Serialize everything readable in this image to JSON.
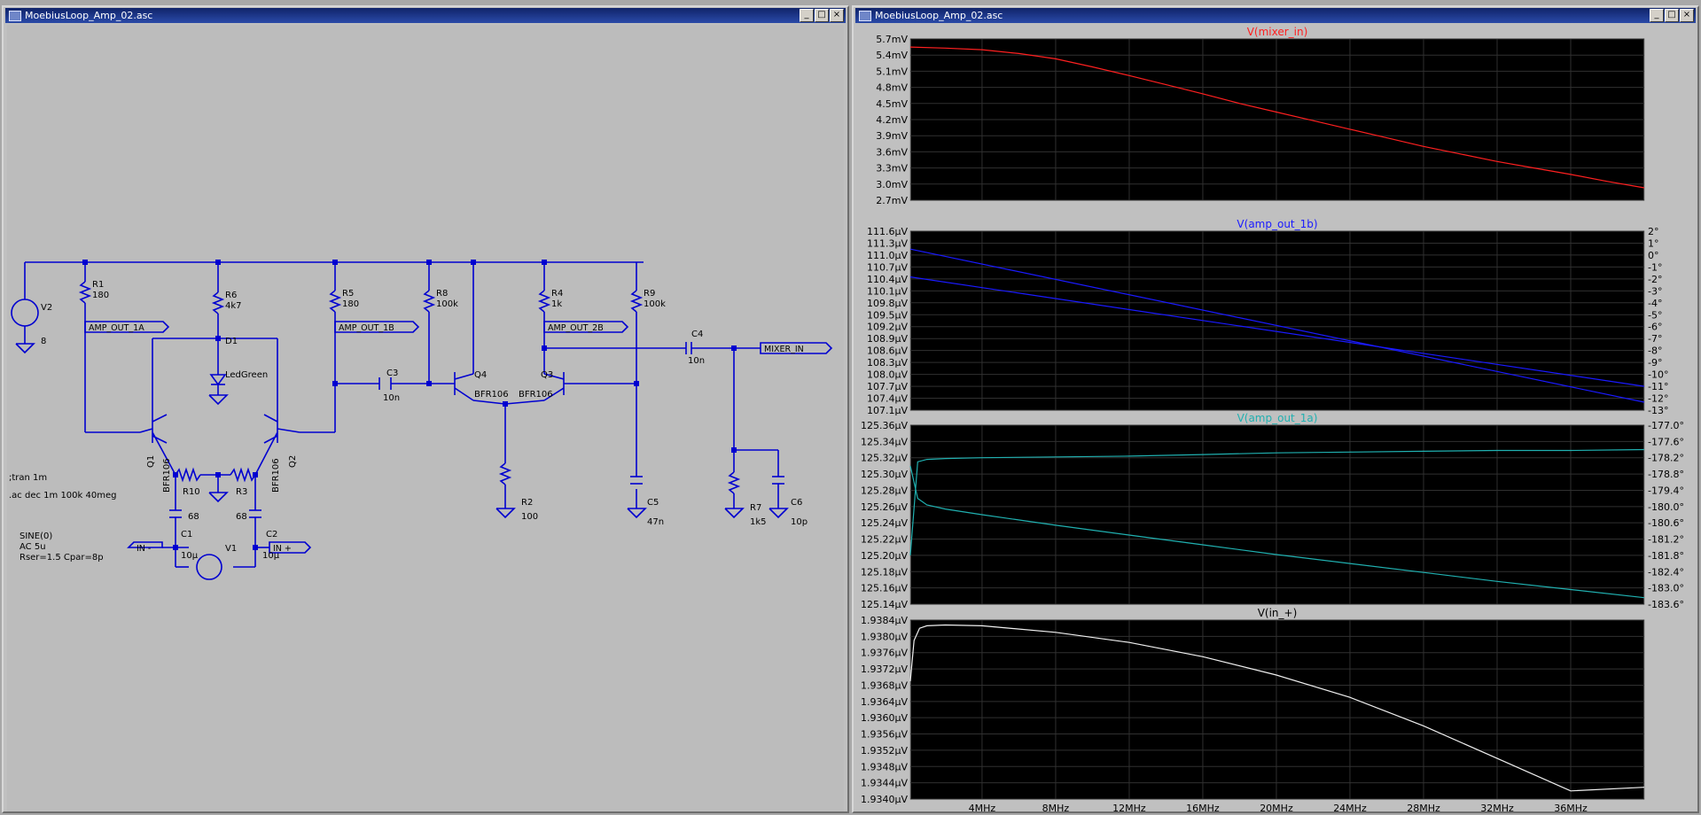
{
  "schematic_window": {
    "title": "MoebiusLoop_Amp_02.asc",
    "components": [
      {
        "ref": "R1",
        "value": "180"
      },
      {
        "ref": "R6",
        "value": "4k7"
      },
      {
        "ref": "R5",
        "value": "180"
      },
      {
        "ref": "R8",
        "value": "100k"
      },
      {
        "ref": "R4",
        "value": "1k"
      },
      {
        "ref": "R9",
        "value": "100k"
      },
      {
        "ref": "V2",
        "value": "8"
      },
      {
        "ref": "D1",
        "value": "LedGreen"
      },
      {
        "ref": "C3",
        "value": "10n"
      },
      {
        "ref": "C4",
        "value": "10n"
      },
      {
        "ref": "Q4",
        "value": "BFR106"
      },
      {
        "ref": "Q3",
        "value": "BFR106"
      },
      {
        "ref": "Q1",
        "value": "BFR106"
      },
      {
        "ref": "Q2",
        "value": "BFR106"
      },
      {
        "ref": "R10",
        "value": "68"
      },
      {
        "ref": "R3",
        "value": "68"
      },
      {
        "ref": "C1",
        "value": "10µ"
      },
      {
        "ref": "C2",
        "value": "10µ"
      },
      {
        "ref": "R2",
        "value": "100"
      },
      {
        "ref": "C5",
        "value": "47n"
      },
      {
        "ref": "R7",
        "value": "1k5"
      },
      {
        "ref": "C6",
        "value": "10p"
      },
      {
        "ref": "V1",
        "value": ""
      }
    ],
    "net_labels": [
      "AMP_OUT_1A",
      "AMP_OUT_1B",
      "AMP_OUT_2B",
      "MIXER_IN",
      "IN -",
      "IN +"
    ],
    "directives": [
      ";tran 1m",
      ".ac dec 1m 100k 40meg"
    ],
    "source_spec": [
      "SINE(0)",
      "AC 5u",
      "Rser=1.5 Cpar=8p"
    ]
  },
  "plot_window": {
    "title": "MoebiusLoop_Amp_02.asc",
    "x_ticks": [
      "4MHz",
      "8MHz",
      "12MHz",
      "16MHz",
      "20MHz",
      "24MHz",
      "28MHz",
      "32MHz",
      "36MHz"
    ]
  },
  "chart_data": [
    {
      "type": "line",
      "title": "V(mixer_in)",
      "x_unit": "MHz",
      "xlim": [
        0.1,
        40
      ],
      "ylim": [
        2.7,
        5.7
      ],
      "y_ticks": [
        "5.7mV",
        "5.4mV",
        "5.1mV",
        "4.8mV",
        "4.5mV",
        "4.2mV",
        "3.9mV",
        "3.6mV",
        "3.3mV",
        "3.0mV",
        "2.7mV"
      ],
      "color": "#ff2020",
      "series": [
        {
          "x": [
            0.1,
            2,
            4,
            6,
            8,
            10,
            12,
            14,
            16,
            18,
            20,
            22,
            24,
            26,
            28,
            30,
            32,
            34,
            36,
            38,
            40
          ],
          "values": [
            5.55,
            5.53,
            5.5,
            5.43,
            5.33,
            5.18,
            5.02,
            4.85,
            4.68,
            4.5,
            4.34,
            4.18,
            4.02,
            3.86,
            3.7,
            3.56,
            3.42,
            3.3,
            3.18,
            3.05,
            2.93
          ]
        }
      ]
    },
    {
      "type": "line",
      "title": "V(amp_out_1b)",
      "x_unit": "MHz",
      "xlim": [
        0.1,
        40
      ],
      "ylim": [
        107.1,
        111.6
      ],
      "y_ticks": [
        "111.6µV",
        "111.3µV",
        "111.0µV",
        "110.7µV",
        "110.4µV",
        "110.1µV",
        "109.8µV",
        "109.5µV",
        "109.2µV",
        "108.9µV",
        "108.6µV",
        "108.3µV",
        "108.0µV",
        "107.7µV",
        "107.4µV",
        "107.1µV"
      ],
      "y2_ticks": [
        "2°",
        "1°",
        "0°",
        "-1°",
        "-2°",
        "-3°",
        "-4°",
        "-5°",
        "-6°",
        "-7°",
        "-8°",
        "-9°",
        "-10°",
        "-11°",
        "-12°",
        "-13°"
      ],
      "color": "#1a1aff",
      "series": [
        {
          "x": [
            0.1,
            40
          ],
          "values": [
            110.45,
            107.7
          ]
        },
        {
          "x": [
            0.1,
            40
          ],
          "values": [
            111.15,
            107.3
          ]
        }
      ]
    },
    {
      "type": "line",
      "title": "V(amp_out_1a)",
      "x_unit": "MHz",
      "xlim": [
        0.1,
        40
      ],
      "ylim": [
        125.14,
        125.36
      ],
      "y_ticks": [
        "125.36µV",
        "125.34µV",
        "125.32µV",
        "125.30µV",
        "125.28µV",
        "125.26µV",
        "125.24µV",
        "125.22µV",
        "125.20µV",
        "125.18µV",
        "125.16µV",
        "125.14µV"
      ],
      "y2_ticks": [
        "-177.0°",
        "-177.6°",
        "-178.2°",
        "-178.8°",
        "-179.4°",
        "-180.0°",
        "-180.6°",
        "-181.2°",
        "-181.8°",
        "-182.4°",
        "-183.0°",
        "-183.6°"
      ],
      "color": "#20b0b0",
      "series": [
        {
          "x": [
            0.1,
            0.5,
            1,
            2,
            4,
            8,
            12,
            16,
            20,
            24,
            28,
            32,
            36,
            40
          ],
          "values": [
            125.2,
            125.315,
            125.318,
            125.319,
            125.32,
            125.321,
            125.322,
            125.324,
            125.326,
            125.327,
            125.328,
            125.329,
            125.329,
            125.33
          ]
        },
        {
          "x": [
            0.1,
            0.5,
            1,
            2,
            4,
            8,
            12,
            16,
            20,
            24,
            28,
            32,
            36,
            40
          ],
          "values": [
            125.31,
            125.27,
            125.262,
            125.257,
            125.25,
            125.237,
            125.225,
            125.213,
            125.201,
            125.19,
            125.179,
            125.168,
            125.158,
            125.148
          ]
        }
      ]
    },
    {
      "type": "line",
      "title": "V(in_+)",
      "x_unit": "MHz",
      "xlim": [
        0.1,
        40
      ],
      "ylim": [
        1.934,
        1.9384
      ],
      "y_ticks": [
        "1.9384µV",
        "1.9380µV",
        "1.9376µV",
        "1.9372µV",
        "1.9368µV",
        "1.9364µV",
        "1.9360µV",
        "1.9356µV",
        "1.9352µV",
        "1.9348µV",
        "1.9344µV",
        "1.9340µV"
      ],
      "color": "#f0f0f0",
      "series": [
        {
          "x": [
            0.1,
            0.3,
            0.6,
            1,
            2,
            4,
            8,
            12,
            16,
            20,
            24,
            28,
            32,
            36,
            40
          ],
          "values": [
            1.9369,
            1.9379,
            1.9382,
            1.93826,
            1.93828,
            1.93826,
            1.9381,
            1.93785,
            1.9375,
            1.93705,
            1.9365,
            1.9358,
            1.935,
            1.9342,
            1.93429
          ]
        }
      ]
    }
  ]
}
